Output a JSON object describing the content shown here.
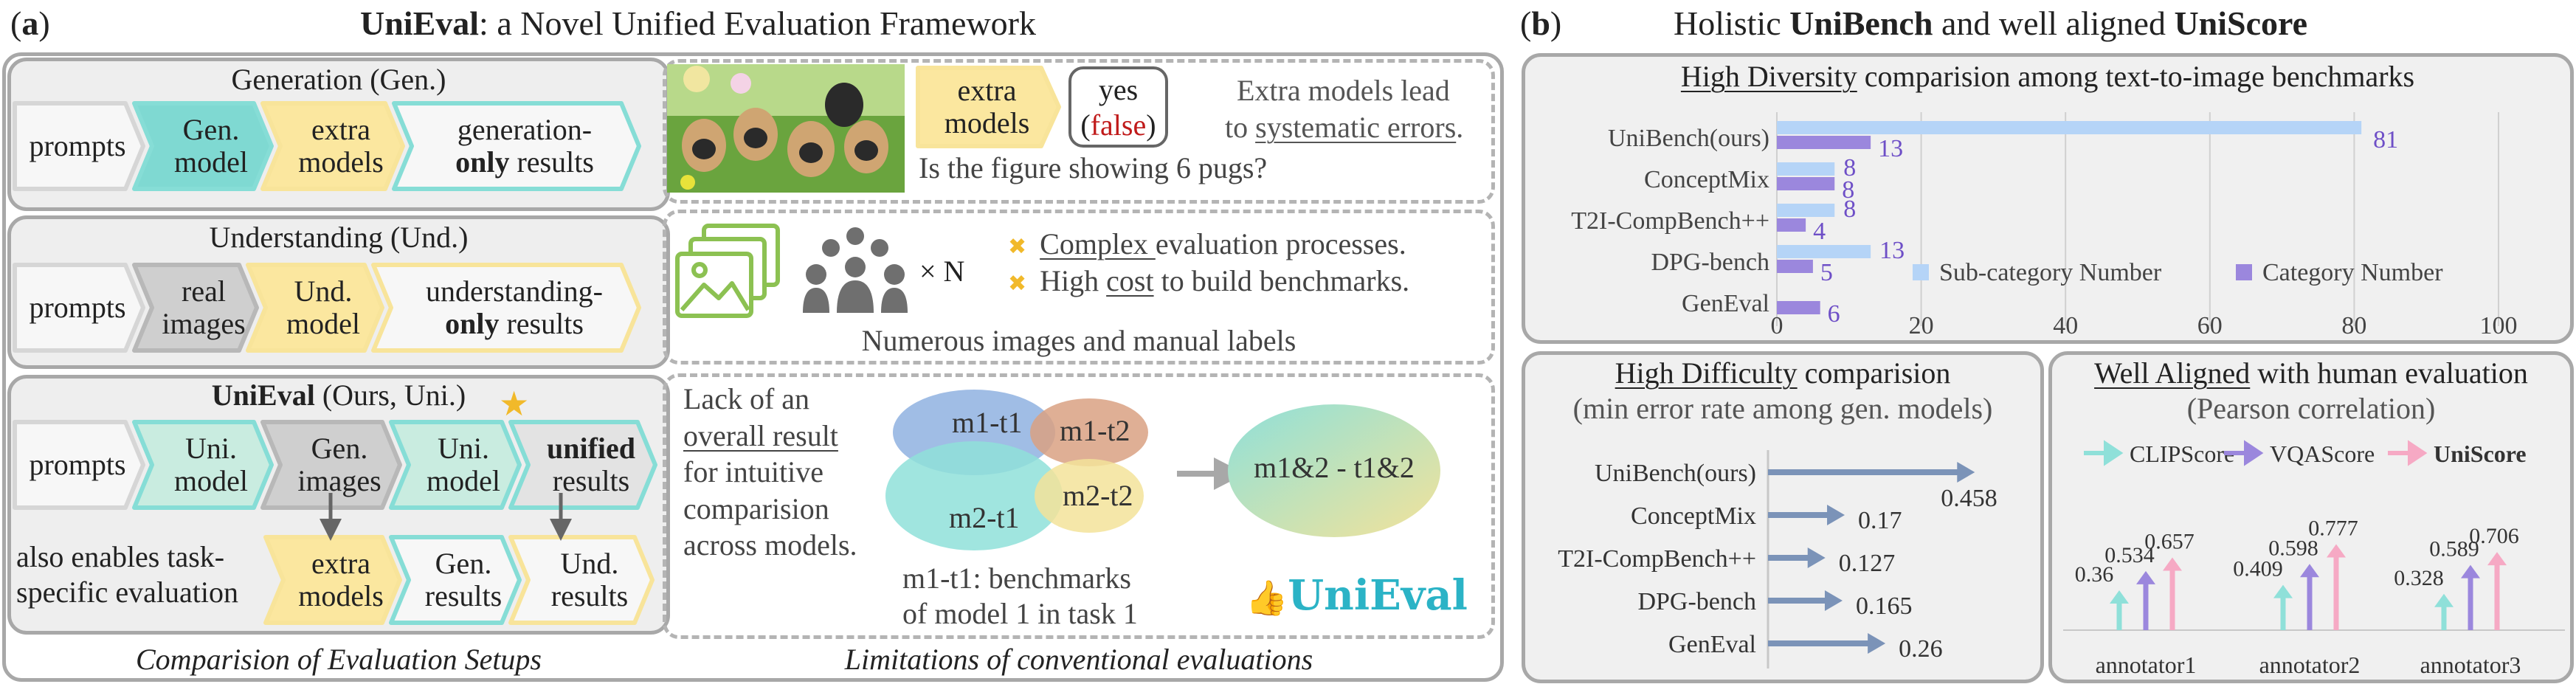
{
  "panel_a": {
    "tag_open": "(",
    "tag_letter": "a",
    "tag_close": ")",
    "title_bold": "UniEval",
    "title_rest": ": a Novel Unified Evaluation Framework",
    "generation": {
      "header": "Generation (Gen.)",
      "steps": [
        "prompts",
        "Gen.\nmodel",
        "extra\nmodels",
        "generation-\nonly results"
      ],
      "last_plain": "generation-",
      "last_bold": "only",
      "last_tail": " results"
    },
    "understanding": {
      "header": "Understanding (Und.)",
      "steps": [
        "prompts",
        "real\nimages",
        "Und.\nmodel",
        "understanding-"
      ],
      "last_bold": "only",
      "last_tail": " results"
    },
    "unieval": {
      "header_bold": "UniEval",
      "header_rest": " (Ours, Uni.)",
      "steps": [
        "prompts",
        "Uni.\nmodel",
        "Gen.\nimages",
        "Uni.\nmodel"
      ],
      "last_bold": "unified",
      "last_tail": "results",
      "note_line1": "also enables task-",
      "note_line2": "specific evaluation",
      "bottom": [
        "extra\nmodels",
        "Gen.\nresults",
        "Und.\nresults"
      ]
    },
    "caption_left": "Comparision of Evaluation Setups",
    "caption_right": "Limitations of conventional evaluations",
    "lim1": {
      "chip": "extra\nmodels",
      "answer_yes": "yes",
      "answer_false": "false",
      "question": "Is the figure showing 6 pugs?",
      "text1": "Extra models lead",
      "text2_pre": "to ",
      "text2_u": "systematic errors",
      "text2_post": "."
    },
    "lim2": {
      "times": "× N",
      "bullet1_u": "Complex ",
      "bullet1_rest": "evaluation processes.",
      "bullet2_pre": "High ",
      "bullet2_u": "cost",
      "bullet2_rest": " to build benchmarks.",
      "caption": "Numerous images and manual labels"
    },
    "lim3": {
      "line1": "Lack of an",
      "line2": "overall result",
      "line3": "for intuitive",
      "line4": "comparision",
      "line5": "across models.",
      "venn": [
        "m1-t1",
        "m1-t2",
        "m2-t1",
        "m2-t2"
      ],
      "merged": "m1&2 - t1&2",
      "note1": "m1-t1: benchmarks",
      "note2": "of model 1 in task 1",
      "brand": "UniEval"
    }
  },
  "panel_b": {
    "tag_open": "(",
    "tag_letter": "b",
    "tag_close": ")",
    "title_pre": "Holistic ",
    "title_b1": "UniBench",
    "title_mid": " and well aligned ",
    "title_b2": "UniScore",
    "diversity_title_u": "High Diversity",
    "diversity_title_rest": " comparision among text-to-image benchmarks",
    "difficulty_title_u": "High Difficulty",
    "difficulty_title_rest": " comparision",
    "difficulty_subtitle": "(min error rate among gen. models)",
    "aligned_title_u": "Well Aligned",
    "aligned_title_rest": " with human evaluation",
    "aligned_subtitle": "(Pearson correlation)"
  },
  "chart_data": [
    {
      "type": "bar",
      "orientation": "horizontal",
      "title": "High Diversity comparision among text-to-image benchmarks",
      "categories": [
        "UniBench(ours)",
        "ConceptMix",
        "T2I-CompBench++",
        "DPG-bench",
        "GenEval"
      ],
      "series": [
        {
          "name": "Sub-category Number",
          "color": "#b5d4f7",
          "values": [
            81,
            8,
            8,
            13,
            null
          ]
        },
        {
          "name": "Category Number",
          "color": "#9b87dd",
          "values": [
            13,
            8,
            4,
            5,
            6
          ]
        }
      ],
      "xticks": [
        0,
        20,
        40,
        60,
        80,
        100
      ],
      "xlim": [
        0,
        100
      ],
      "legend": "bottom-right"
    },
    {
      "type": "bar",
      "orientation": "horizontal",
      "title": "High Difficulty comparision",
      "subtitle": "(min error rate among gen. models)",
      "categories": [
        "UniBench(ours)",
        "ConceptMix",
        "T2I-CompBench++",
        "DPG-bench",
        "GenEval"
      ],
      "values": [
        0.458,
        0.17,
        0.127,
        0.165,
        0.26
      ],
      "color": "#7b93b8"
    },
    {
      "type": "bar",
      "title": "Well Aligned with human evaluation",
      "subtitle": "(Pearson correlation)",
      "categories": [
        "annotator1",
        "annotator2",
        "annotator3"
      ],
      "series": [
        {
          "name": "CLIPScore",
          "color": "#8fe0d9",
          "values": [
            0.36,
            0.409,
            0.328
          ]
        },
        {
          "name": "VQAScore",
          "color": "#9b87dd",
          "values": [
            0.534,
            0.598,
            0.589
          ]
        },
        {
          "name": "UniScore",
          "color": "#f6a9c4",
          "values": [
            0.657,
            0.777,
            0.706
          ]
        }
      ],
      "legend": "top"
    }
  ]
}
